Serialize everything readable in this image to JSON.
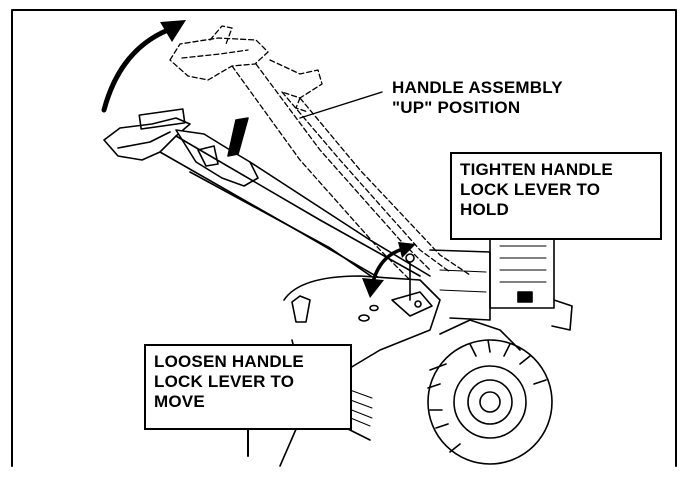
{
  "figure": {
    "callouts": {
      "handle_up": {
        "lines": [
          "HANDLE ASSEMBLY",
          "\"UP\" POSITION"
        ]
      },
      "tighten": {
        "lines": [
          "TIGHTEN HANDLE",
          "LOCK LEVER TO",
          "HOLD"
        ]
      },
      "loosen": {
        "lines": [
          "LOOSEN HANDLE",
          "LOCK LEVER TO",
          "MOVE"
        ]
      }
    },
    "colors": {
      "ink": "#000000",
      "paper": "#ffffff"
    },
    "icons": [
      "curved-arrow-up",
      "rotation-arrow",
      "tiller-illustration"
    ]
  }
}
